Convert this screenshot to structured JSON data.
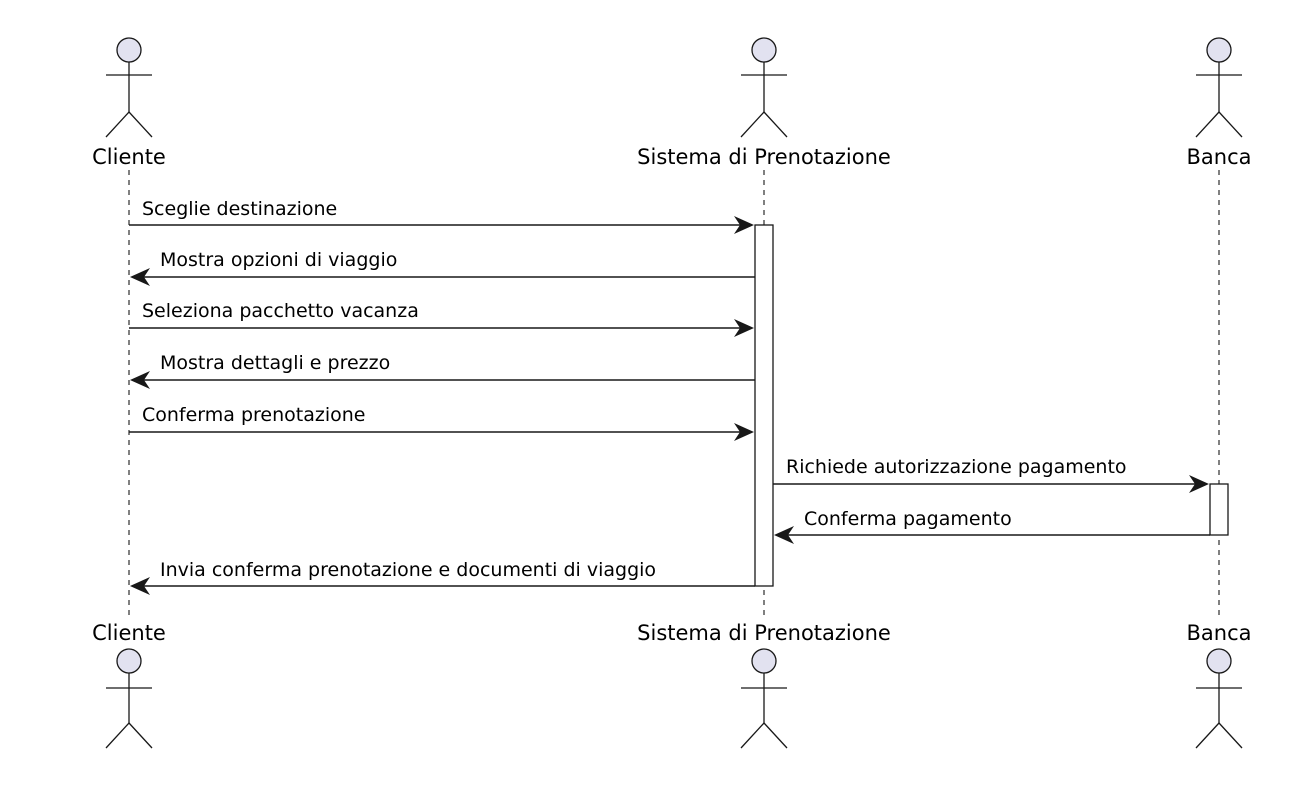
{
  "participants": [
    {
      "id": "cliente",
      "label": "Cliente"
    },
    {
      "id": "sistema",
      "label": "Sistema di Prenotazione"
    },
    {
      "id": "banca",
      "label": "Banca"
    }
  ],
  "messages": [
    {
      "from": "cliente",
      "to": "sistema",
      "label": "Sceglie destinazione"
    },
    {
      "from": "sistema",
      "to": "cliente",
      "label": "Mostra opzioni di viaggio"
    },
    {
      "from": "cliente",
      "to": "sistema",
      "label": "Seleziona pacchetto vacanza"
    },
    {
      "from": "sistema",
      "to": "cliente",
      "label": "Mostra dettagli e prezzo"
    },
    {
      "from": "cliente",
      "to": "sistema",
      "label": "Conferma prenotazione"
    },
    {
      "from": "sistema",
      "to": "banca",
      "label": "Richiede autorizzazione pagamento"
    },
    {
      "from": "banca",
      "to": "sistema",
      "label": "Conferma pagamento"
    },
    {
      "from": "sistema",
      "to": "cliente",
      "label": "Invia conferma prenotazione e documenti di viaggio"
    }
  ],
  "colors": {
    "actor_fill": "#e2e2f0",
    "stroke": "#181818",
    "background": "#ffffff"
  }
}
